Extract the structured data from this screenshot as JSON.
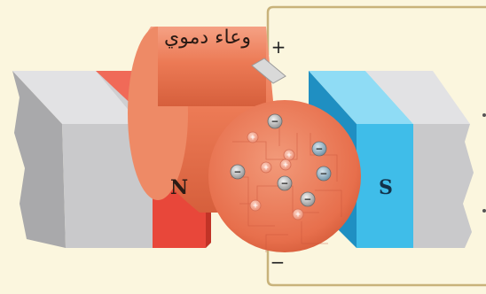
{
  "diagram": {
    "vessel_label": "وعاء دموي",
    "pole_north": "N",
    "pole_south": "S",
    "terminal_positive": "+",
    "terminal_negative": "−",
    "particles": [
      {
        "sign": "−",
        "kind": "negative"
      },
      {
        "sign": "+",
        "kind": "positive"
      },
      {
        "sign": "+",
        "kind": "positive"
      },
      {
        "sign": "−",
        "kind": "negative-blue"
      },
      {
        "sign": "+",
        "kind": "positive"
      },
      {
        "sign": "−",
        "kind": "negative"
      },
      {
        "sign": "−",
        "kind": "negative-blue"
      },
      {
        "sign": "−",
        "kind": "negative"
      },
      {
        "sign": "−",
        "kind": "negative"
      },
      {
        "sign": "+",
        "kind": "positive"
      },
      {
        "sign": "+",
        "kind": "positive"
      },
      {
        "sign": "+",
        "kind": "positive"
      }
    ],
    "colors": {
      "background": "#fbf6de",
      "magnet_gray": "#c9c9cb",
      "north_red": "#e8473a",
      "south_blue": "#3fbde9",
      "vessel": "#ec7a55",
      "wire": "#c8b27a"
    }
  }
}
